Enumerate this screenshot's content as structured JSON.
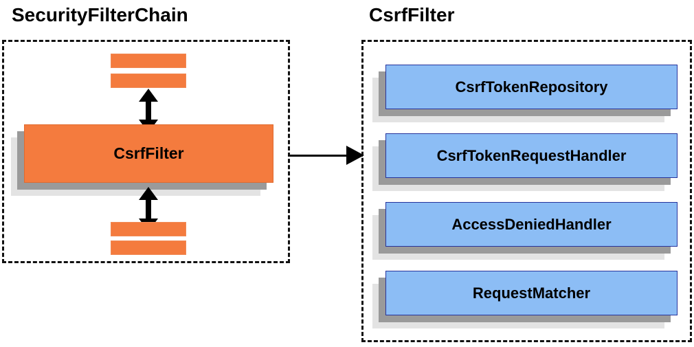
{
  "diagram": {
    "title_left": "SecurityFilterChain",
    "title_right": "CsrfFilter",
    "colors": {
      "orange_fill": "#f47b3e",
      "orange_border": "#e06a2e",
      "blue_fill": "#8cbdf5",
      "blue_border": "#26339b",
      "shadow_near": "#9a9a9a",
      "shadow_far": "#e3e3e3",
      "panel_border": "#111111",
      "arrow": "#000000",
      "background": "#ffffff"
    }
  },
  "left_panel": {
    "filter_box": {
      "label": "CsrfFilter"
    },
    "bars_top": [
      {
        "label": ""
      },
      {
        "label": ""
      }
    ],
    "bars_bottom": [
      {
        "label": ""
      },
      {
        "label": ""
      }
    ],
    "arrows": [
      {
        "name": "top-bidirectional-arrow",
        "direction": "both"
      },
      {
        "name": "bottom-bidirectional-arrow",
        "direction": "both"
      }
    ]
  },
  "connector": {
    "name": "left-to-right-arrow",
    "direction": "right",
    "label": ""
  },
  "right_panel": {
    "components": [
      {
        "label": "CsrfTokenRepository"
      },
      {
        "label": "CsrfTokenRequestHandler"
      },
      {
        "label": "AccessDeniedHandler"
      },
      {
        "label": "RequestMatcher"
      }
    ]
  }
}
